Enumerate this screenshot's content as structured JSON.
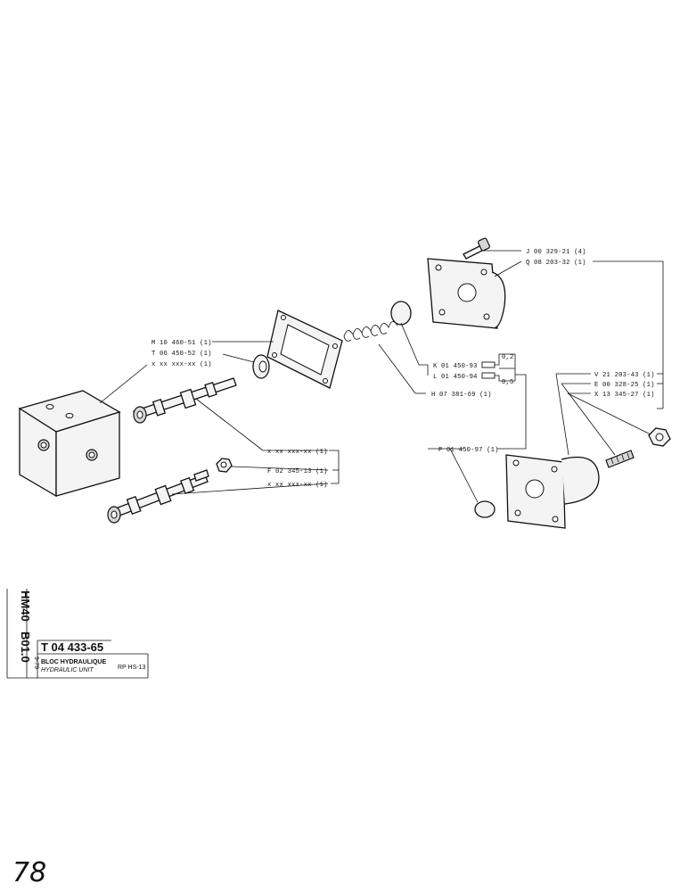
{
  "callouts": {
    "j": "J 00 329-21 (4)",
    "q": "Q 08 203-32 (1)",
    "m": "M 10 460-51 (1)",
    "t": "T 06 450-52 (1)",
    "x1": "x xx xxx-xx (1)",
    "k": "K 01 450-93",
    "l": "L 01 450-94",
    "h": "H 07 381-69 (1)",
    "k_size": "0,2",
    "l_size": "0,5",
    "v": "V 21 203-43 (1)",
    "e": "E 00 328-25 (1)",
    "x13": "X 13 345-27 (1)",
    "x2": "x xx xxx-xx (1)",
    "p": "P 01 450-97 (1)",
    "f": "F 02 345-13 (1)",
    "x3": "x xx xxx-xx (1)"
  },
  "title_block": {
    "model": "HM40",
    "section": "B01.0",
    "date": "9-79",
    "ref": "T 04 433-65",
    "title_fr": "BLOC HYDRAULIQUE",
    "title_en": "HYDRAULIC UNIT",
    "variant": "RP HS-13"
  },
  "page_number": "78"
}
